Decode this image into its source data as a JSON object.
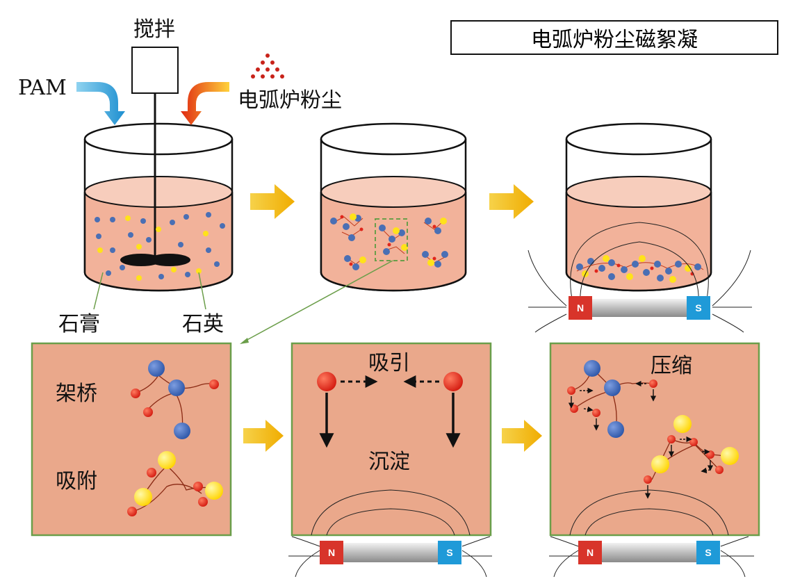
{
  "title": "电弧炉粉尘磁絮凝",
  "labels": {
    "stir": "搅拌",
    "pam": "PAM",
    "eaf_dust": "电弧炉粉尘",
    "gypsum": "石膏",
    "quartz": "石英",
    "bridging": "架桥",
    "adsorption": "吸附",
    "attraction": "吸引",
    "settling": "沉淀",
    "compression": "压缩"
  },
  "magnet": {
    "north": "N",
    "south": "S"
  },
  "colors": {
    "liquid": "#f2b29a",
    "liquid_top": "#f7cdbc",
    "panel_bg": "#eaa88b",
    "panel_border": "#6b9e4a",
    "blue_particle": "#4a6fb4",
    "yellow_particle": "#ffe21a",
    "red_particle": "#e0251b",
    "arrow": "#f0b800",
    "pam_arrow": "#29a3d9",
    "dust_arrow": "#e43a1a"
  }
}
